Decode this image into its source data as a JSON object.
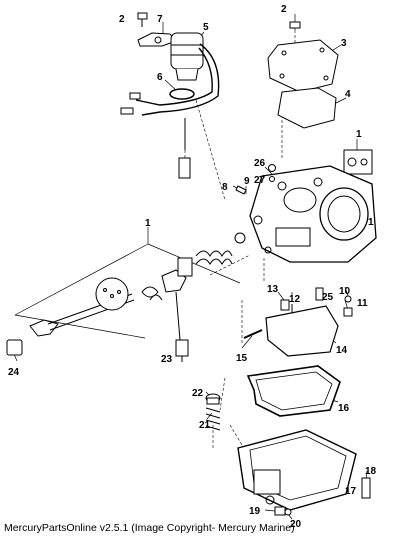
{
  "callouts": [
    "1",
    "2",
    "3",
    "4",
    "5",
    "6",
    "7",
    "8",
    "9",
    "10",
    "11",
    "12",
    "13",
    "14",
    "15",
    "16",
    "17",
    "18",
    "19",
    "20",
    "21",
    "22",
    "23",
    "24",
    "25",
    "26",
    "27"
  ],
  "footer": {
    "text": "MercuryPartsOnline v2.5.1 (Image Copyright- Mercury Marine)"
  },
  "colors": {
    "line": "#000000",
    "fill": "#ffffff",
    "shade": "#d9d9d9",
    "dark": "#555555"
  }
}
